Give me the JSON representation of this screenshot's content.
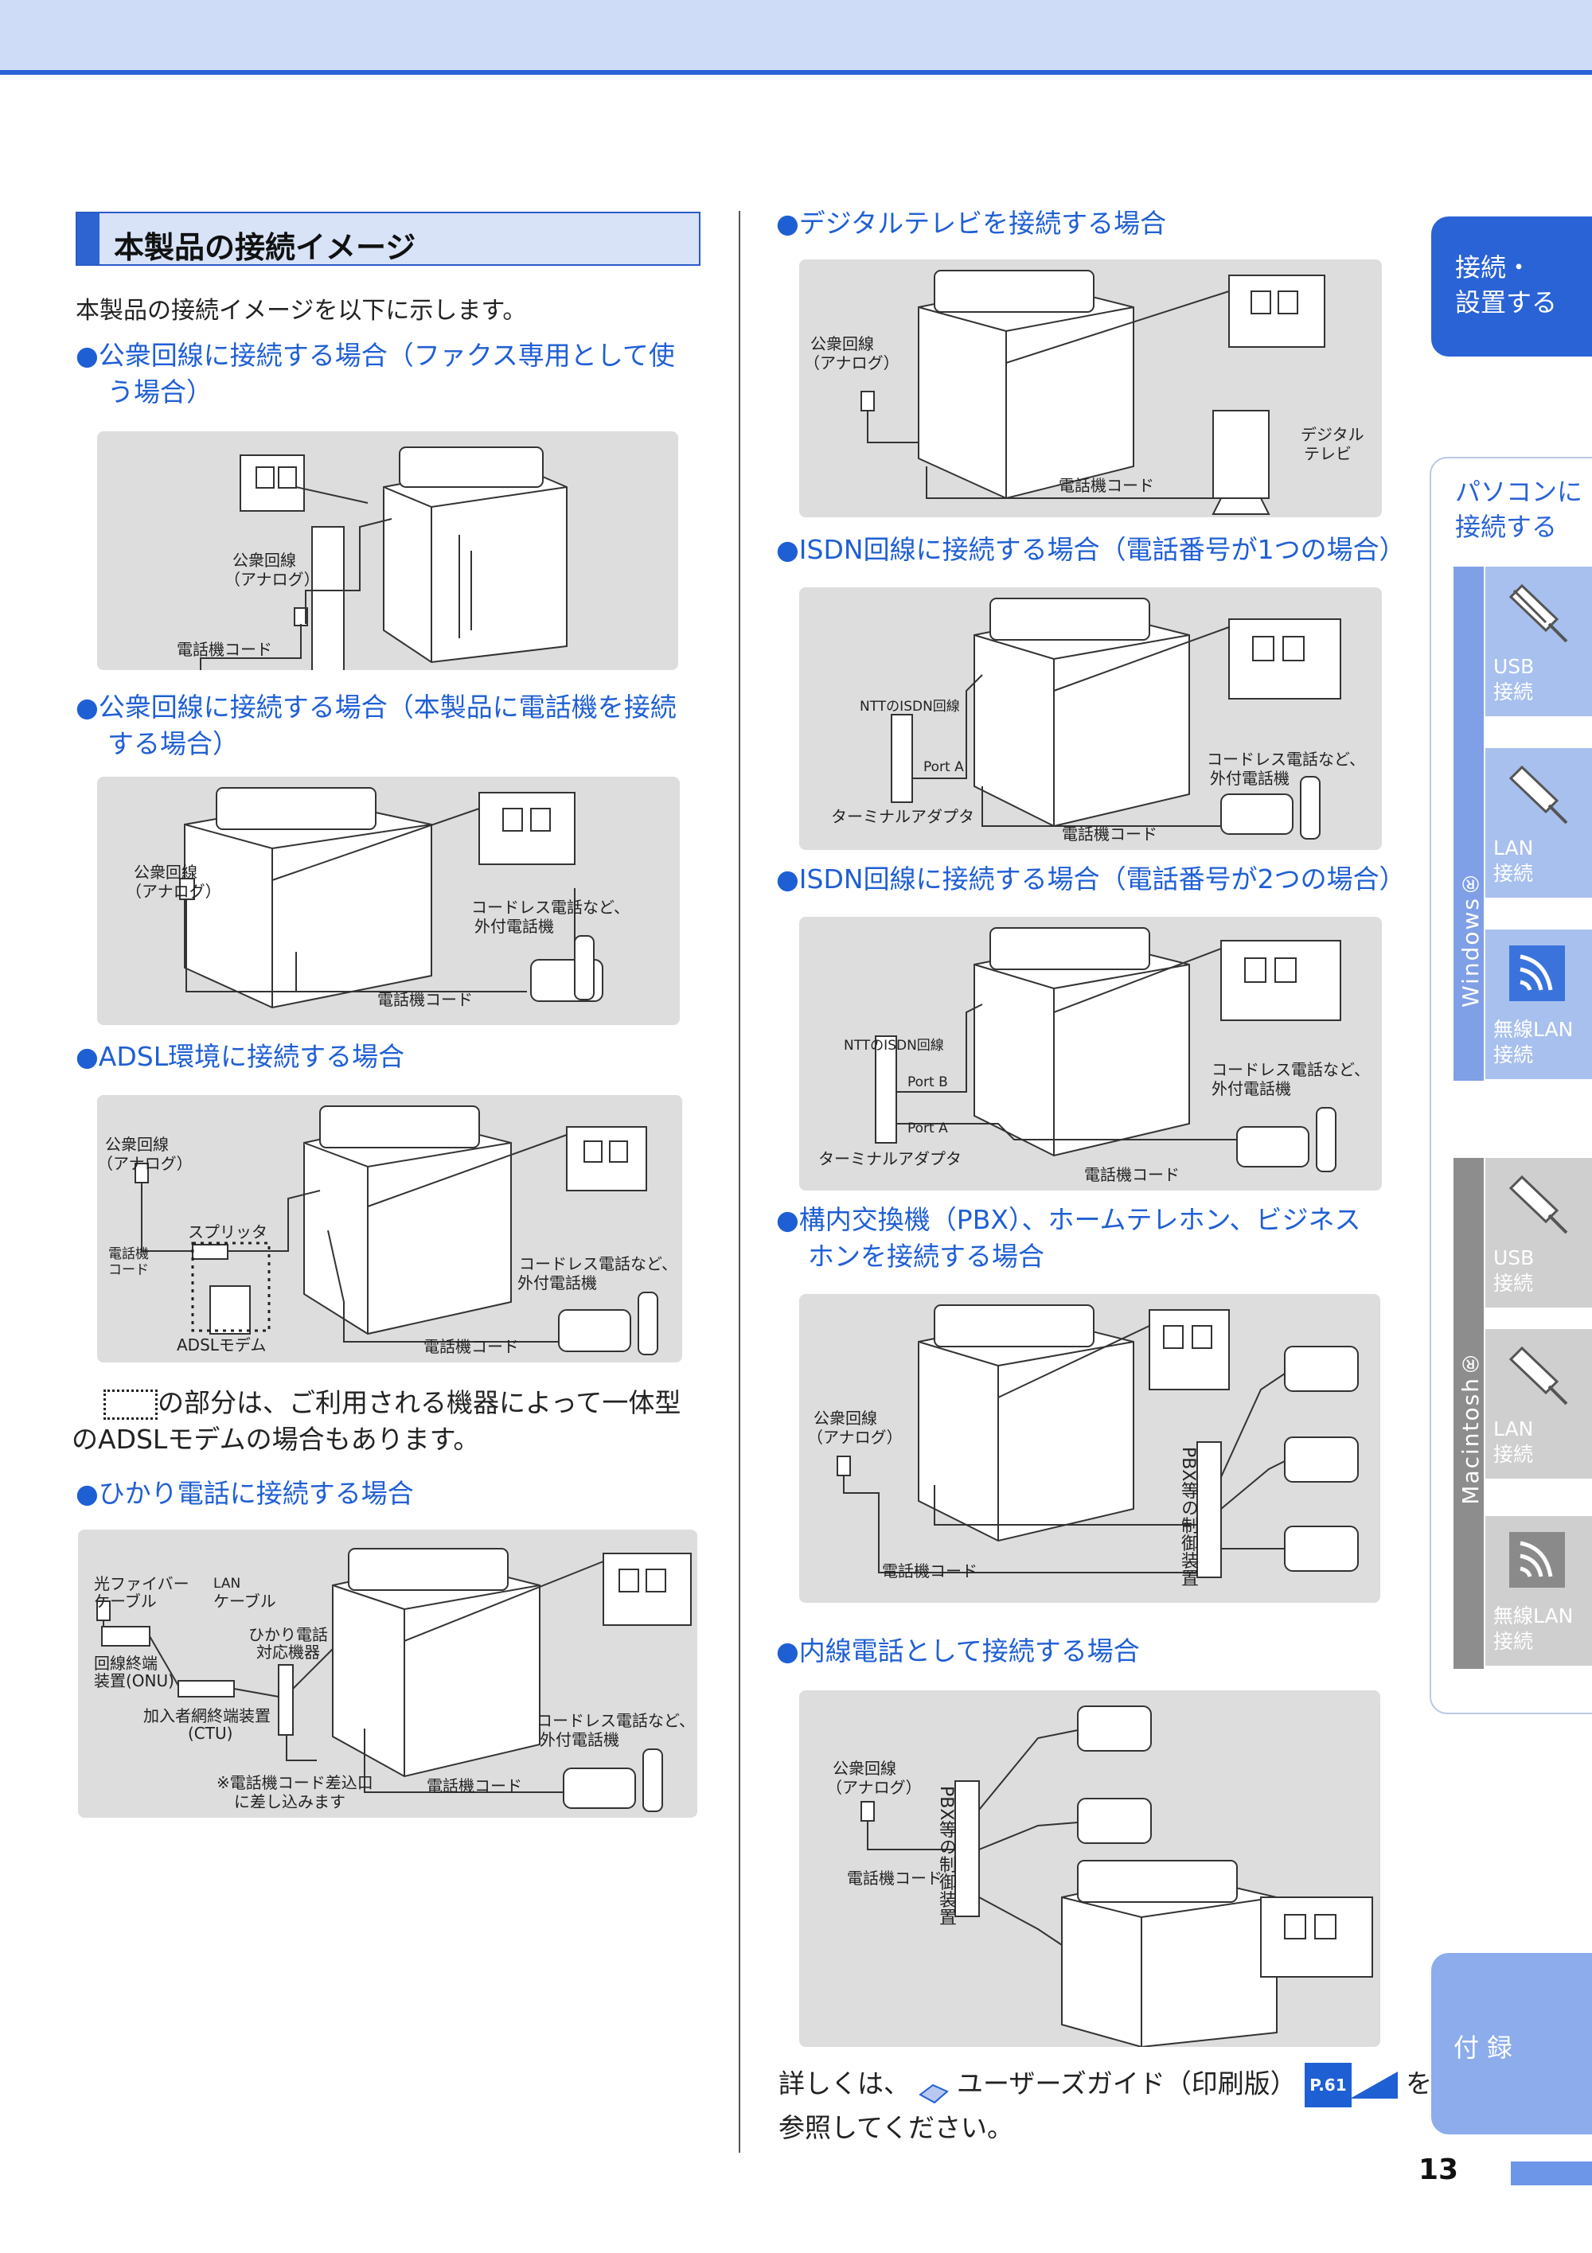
{
  "section": {
    "title": "本製品の接続イメージ",
    "intro": "本製品の接続イメージを以下に示します。"
  },
  "left": {
    "h1": "●公衆回線に接続する場合（ファクス専用として使う場合）",
    "h1_line1": "●公衆回線に接続する場合（ファクス専用として使",
    "h1_line2": "う場合）",
    "fig1": {
      "line": "公衆回線",
      "line_sub": "（アナログ）",
      "cord": "電話機コード"
    },
    "h2_line1": "●公衆回線に接続する場合（本製品に電話機を接続",
    "h2_line2": "する場合）",
    "fig2": {
      "line": "公衆回線",
      "line_sub": "（アナログ）",
      "phone": "コードレス電話など、",
      "phone_sub": "外付電話機",
      "cord": "電話機コード"
    },
    "h3": "●ADSL環境に接続する場合",
    "fig3": {
      "line": "公衆回線",
      "line_sub": "（アナログ）",
      "splitter": "スプリッタ",
      "cord_small_1": "電話機",
      "cord_small_2": "コード",
      "modem": "ADSLモデム",
      "phone": "コードレス電話など、",
      "phone_sub": "外付電話機",
      "cord": "電話機コード"
    },
    "note_line1": "の部分は、ご利用される機器によって一体型",
    "note_line2": "のADSLモデムの場合もあります。",
    "h4": "●ひかり電話に接続する場合",
    "fig4": {
      "fiber": "光ファイバー",
      "fiber_sub": "ケーブル",
      "lan": "LAN",
      "lan_sub": "ケーブル",
      "onu": "回線終端",
      "onu_sub": "装置(ONU)",
      "hikari": "ひかり電話",
      "hikari_sub": "対応機器",
      "ctu": "加入者網終端装置",
      "ctu_sub": "(CTU)",
      "phone": "コードレス電話など、",
      "phone_sub": "外付電話機",
      "insert": "※電話機コード差込口",
      "insert_sub": "に差し込みます",
      "cord": "電話機コード"
    }
  },
  "right": {
    "h5": "●デジタルテレビを接続する場合",
    "fig5": {
      "line": "公衆回線",
      "line_sub": "（アナログ）",
      "tv": "デジタル",
      "tv_sub": "テレビ",
      "cord": "電話機コード"
    },
    "h6": "●ISDN回線に接続する場合（電話番号が1つの場合）",
    "fig6": {
      "ntt": "NTTのISDN回線",
      "porta": "Port A",
      "ta": "ターミナルアダプタ",
      "phone": "コードレス電話など、",
      "phone_sub": "外付電話機",
      "cord": "電話機コード"
    },
    "h7": "●ISDN回線に接続する場合（電話番号が2つの場合）",
    "fig7": {
      "ntt": "NTTのISDN回線",
      "portb": "Port B",
      "porta": "Port A",
      "ta": "ターミナルアダプタ",
      "phone": "コードレス電話など、",
      "phone_sub": "外付電話機",
      "cord": "電話機コード"
    },
    "h8_line1": "●構内交換機（PBX）、ホームテレホン、ビジネス",
    "h8_line2": "ホンを接続する場合",
    "fig8": {
      "line": "公衆回線",
      "line_sub": "（アナログ）",
      "pbx": "PBX等の制御装置",
      "cord": "電話機コード"
    },
    "h9": "●内線電話として接続する場合",
    "fig9": {
      "line": "公衆回線",
      "line_sub": "（アナログ）",
      "pbx": "PBX等の制御装置",
      "cord": "電話機コード"
    },
    "footer_line1": "詳しくは、",
    "footer_guide": "ユーザーズガイド（印刷版）",
    "footer_ref": "P.61",
    "footer_wo": "を",
    "footer_line2": "参照してください。"
  },
  "tabs": {
    "connect": "接続・設置する",
    "connect_l1": "接続・",
    "connect_l2": "設置する",
    "pc_l1": "パソコンに",
    "pc_l2": "接続する",
    "windows": "Windows®",
    "mac": "Macintosh®",
    "usb_l1": "USB",
    "usb_l2": "接続",
    "lan_l1": "LAN",
    "lan_l2": "接続",
    "wlan_l1": "無線LAN",
    "wlan_l2": "接続",
    "appendix": "付録"
  },
  "page_number": "13"
}
